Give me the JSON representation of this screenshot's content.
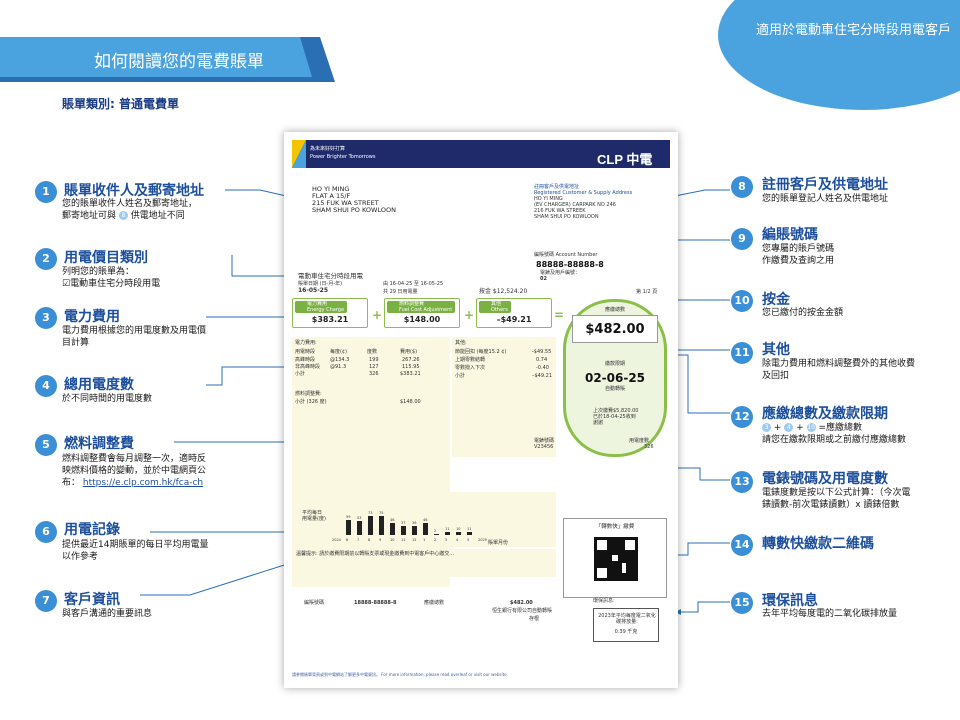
{
  "page": {
    "title": "如何閱讀您的電費賬單",
    "corner_note": "適用於電動車住宅分時段用電客戶",
    "bill_type": "賬單類別: 普通電費單"
  },
  "colors": {
    "accent_blue": "#3a8fd6",
    "title_blue": "#1d4f9c",
    "green": "#8cbf4a",
    "banner_dark": "#1f2a6b"
  },
  "annotations": [
    {
      "num": "1",
      "title": "賬單收件人及郵寄地址",
      "desc": "您的賬單收件人姓名及郵寄地址，",
      "desc2_pre": "郵寄地址可與",
      "desc2_ref": "8",
      "desc2_post": "供電地址不同"
    },
    {
      "num": "2",
      "title": "用電價目類別",
      "desc": "列明您的賬單為：",
      "desc2": "☑電動車住宅分時段用電"
    },
    {
      "num": "3",
      "title": "電力費用",
      "desc": "電力費用根據您的用電度數及用電價",
      "desc2": "目計算"
    },
    {
      "num": "4",
      "title": "總用電度數",
      "desc": "於不同時間的用電度數"
    },
    {
      "num": "5",
      "title": "燃料調整費",
      "desc": "燃料調整費會每月調整一次，適時反",
      "desc2": "映燃料價格的變動，並於中電網頁公",
      "desc3": "布：",
      "link": "https://e.clp.com.hk/fca-ch"
    },
    {
      "num": "6",
      "title": "用電記錄",
      "desc": "提供最近14期賬單的每日平均用電量",
      "desc2": "以作參考"
    },
    {
      "num": "7",
      "title": "客戶資訊",
      "desc": "與客戶溝通的重要訊息"
    },
    {
      "num": "8",
      "title": "註冊客戶及供電地址",
      "desc": "您的賬單登記人姓名及供電地址"
    },
    {
      "num": "9",
      "title": "編賬號碼",
      "desc": "您專屬的賬戶號碼",
      "desc2": "作繳費及查詢之用"
    },
    {
      "num": "10",
      "title": "按金",
      "desc": "您已繳付的按金金額"
    },
    {
      "num": "11",
      "title": "其他",
      "desc": "除電力費用和燃料調整費外的其他收費",
      "desc2": "及回扣"
    },
    {
      "num": "12",
      "title": "應繳總數及繳款限期",
      "formula": [
        "3",
        "+",
        "4",
        "+",
        "10",
        "=應繳總數"
      ],
      "desc2": "請您在繳款限期或之前繳付應繳總數"
    },
    {
      "num": "13",
      "title": "電錶號碼及用電度數",
      "desc": "電錶度數是按以下公式計算：（今次電",
      "desc2": "錶讀數-前次電錶讀數）x 讀錶倍數"
    },
    {
      "num": "14",
      "title": "轉數快繳款二維碼"
    },
    {
      "num": "15",
      "title": "環保訊息",
      "desc": "去年平均每度電的二氧化碳排放量"
    }
  ],
  "bill": {
    "header_tagline_1": "為未來好好打算",
    "header_tagline_2": "Power Brighter Tomorrows",
    "logo": "CLP 中電",
    "recipient": [
      "HO YI MING",
      "FLAT A 15/F",
      "215 FUK WA STREET",
      "SHAM SHUI PO KOWLOON"
    ],
    "supply_header": [
      "註冊客戶及供電地址",
      "Registered Customer & Supply Address"
    ],
    "supply_address": [
      "HO YI MING",
      "(EV CHARGER) CARPARK NO 246",
      "216 FUK WA STREEK",
      "SHAM SHUI PO KOWLOON"
    ],
    "account_label": "編賬號碼 Account Number",
    "account_number": "88888-88888-8",
    "account_sub": "電錶及用戶編號：",
    "account_sub_val": "02",
    "tariff": "電動車住宅分時段用電",
    "tariff_sub": "賬單日期 (日-月-年)",
    "bill_date": "16-05-25",
    "period": "由 16-04-25 至 16-05-25",
    "days": "共 29 日用電量",
    "deposit": "按金 $12,524.20",
    "page_no": "第 1/2 頁",
    "energy_label": "電力費用",
    "energy_label_en": "Energy Charge",
    "energy_value": "$383.21",
    "fuel_label": "燃料調整費",
    "fuel_label_en": "Fuel Cost Adjustment",
    "fuel_value": "$148.00",
    "other_label": "其他",
    "other_label_en": "Others",
    "other_value": "–$49.21",
    "total_label": "應繳總數",
    "total_value": "$482.00",
    "due_label": "繳款限期",
    "due_date": "02-06-25",
    "autopay": "自動轉賬",
    "last_payment": "上次繳費$5,820.00",
    "last_payment_date": "已於18-04-25收到",
    "thanks": "謝謝",
    "energy_detail": {
      "title": "電力費用:",
      "headers": [
        "用電時段",
        "每度(¢)",
        "度數",
        "費用($)"
      ],
      "rows": [
        [
          "高峰時段",
          "@134.3",
          "199",
          "267.26"
        ],
        [
          "非高峰時段",
          "@91.3",
          "127",
          "115.95"
        ],
        [
          "小計",
          "",
          "326",
          "$383.21"
        ]
      ]
    },
    "fuel_detail": {
      "title": "燃料調整費:",
      "row": "小計 (326 度)",
      "value": "$148.00"
    },
    "others_detail": {
      "title": "其他:",
      "rows": [
        [
          "節能回扣 (每度15.2 ¢)",
          "-$49.55"
        ],
        [
          "上期零數結轉",
          "0.74"
        ],
        [
          "零數撥入下次",
          "-0.40"
        ],
        [
          "小計",
          "–$49.21"
        ]
      ]
    },
    "chart": {
      "ylabel_1": "平均每日",
      "ylabel_2": "用電量(度)",
      "months": [
        "2024",
        "6",
        "7",
        "8",
        "9",
        "10",
        "11",
        "12",
        "1",
        "2",
        "3",
        "4",
        "5",
        "2025"
      ],
      "month_label": "賬單月份"
    },
    "chart_data": {
      "type": "bar",
      "categories": [
        "6",
        "7",
        "8",
        "9",
        "10",
        "11",
        "12",
        "1",
        "2",
        "3",
        "4",
        "5"
      ],
      "values": [
        59,
        53,
        73,
        75,
        46,
        37,
        36,
        46,
        2,
        11,
        10,
        11
      ],
      "ylim": [
        0,
        140
      ]
    },
    "notice": "溫馨提示: 請於繳費限期前以轉賬支票或現金繳費到中電客戶中心繳交...",
    "meter_label": "電錶號碼",
    "meter_no": "V23456",
    "reading_label": "用電度數",
    "reading_val": "326",
    "fps_title": "「轉數快」繳費",
    "co2_title": "環保訊息:",
    "co2_text": "2023年平均每度電二氧化碳排放量:",
    "co2_value": "0.39 千克",
    "footer_acct_label": "編賬號碼",
    "footer_acct": "18888-88888-8",
    "footer_amount_label": "應繳總數",
    "footer_amount": "$482.00",
    "footer_bank": "恒生銀行有限公司自動轉賬",
    "footer_note": "存根",
    "bottom_line": "請參閱賬單背頁或到中電網站了解更多中電資訊。 For more information, please read overleaf or visit our website."
  }
}
